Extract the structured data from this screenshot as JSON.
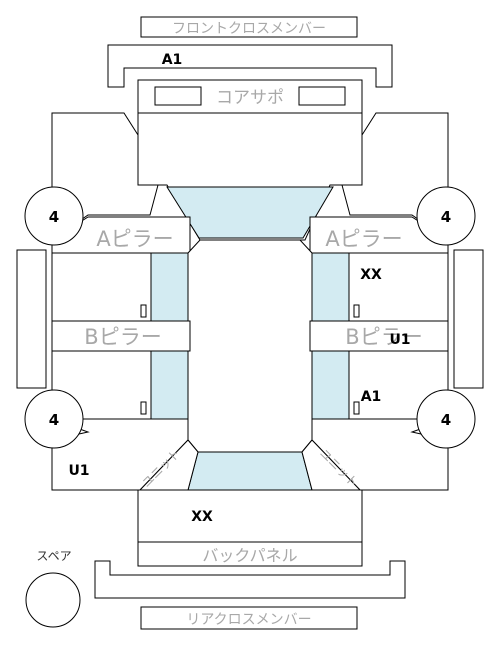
{
  "labels": {
    "front_cross_member": "フロントクロスメンバー",
    "core_support": "コアサポ",
    "a_pillar_left": "Aピラー",
    "a_pillar_right": "Aピラー",
    "b_pillar_left": "Bピラー",
    "b_pillar_right": "Bピラー",
    "unit_left": "ユニット",
    "unit_right": "ユニット",
    "back_panel": "バックパネル",
    "rear_cross_member": "リアクロスメンバー",
    "spare": "スペア"
  },
  "codes": {
    "front_cross_member": "A1",
    "right_front_door": "XX",
    "right_b_pillar": "U1",
    "right_rear_door": "A1",
    "left_rear_quarter": "U1",
    "trunk": "XX"
  },
  "wheels": {
    "front_left": "4",
    "front_right": "4",
    "rear_left": "4",
    "rear_right": "4"
  },
  "colors": {
    "glass": "#d3ebf2",
    "line": "#000000",
    "label": "#a8a8a8"
  }
}
